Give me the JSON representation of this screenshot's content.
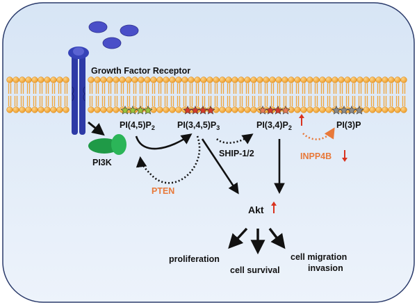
{
  "labels": {
    "receptor": "Growth Factor Receptor",
    "pip2_base": "PI(4,5)P",
    "pip2_sub": "2",
    "pip3_base": "PI(3,4,5)P",
    "pip3_sub": "3",
    "pi34p2_base": "PI(3,4)P",
    "pi34p2_sub": "2",
    "pi3p": "PI(3)P",
    "pi3k": "PI3K",
    "pten": "PTEN",
    "ship": "SHIP-1/2",
    "inpp4b": "INPP4B",
    "akt": "Akt",
    "proliferation": "proliferation",
    "survival": "cell survival",
    "migration": "cell migration",
    "invasion": "invasion"
  },
  "colors": {
    "background": "#dce8f6",
    "membrane_bead": "#f2a533",
    "receptor": "#2d3aa6",
    "ligand": "#4a4fc8",
    "pi3k": "#1f9a47",
    "accent_orange": "#e8793a",
    "up_arrow": "#d9321f",
    "star_green": "#9bc43a",
    "star_red": "#d63a2a",
    "star_salmon": "#e77a55",
    "star_gray": "#8a8a8a"
  }
}
